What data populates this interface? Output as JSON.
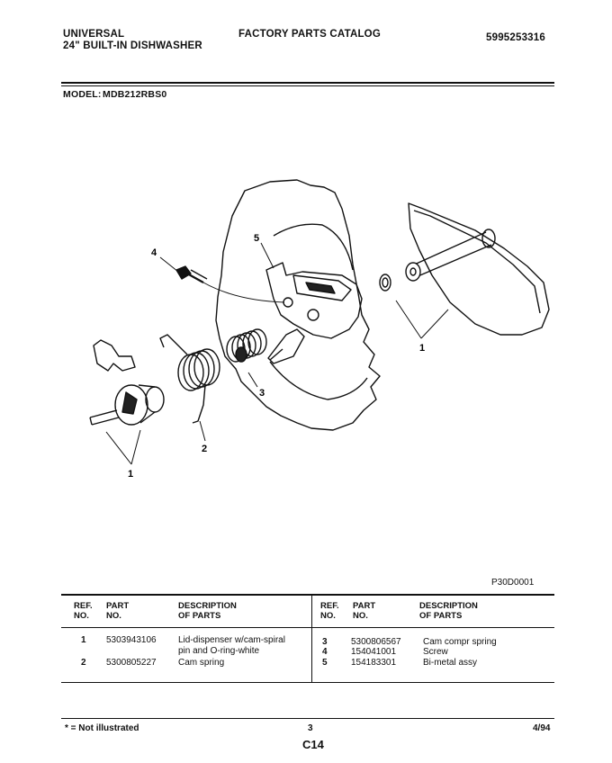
{
  "header": {
    "brand": "UNIVERSAL",
    "product": "24\" BUILT-IN DISHWASHER",
    "catalog_title": "FACTORY PARTS CATALOG",
    "doc_number": "5995253316",
    "model_label": "MODEL:",
    "model_value": "MDB212RBS0"
  },
  "diagram": {
    "callouts": [
      "1",
      "1",
      "2",
      "3",
      "4",
      "5"
    ],
    "figure_code": "P30D0001"
  },
  "parts_table": {
    "headers": {
      "ref_no_line1": "REF.",
      "ref_no_line2": "NO.",
      "part_no_line1": "PART",
      "part_no_line2": "NO.",
      "desc_line1": "DESCRIPTION",
      "desc_line2": "OF PARTS"
    },
    "left_rows": [
      {
        "ref": "1",
        "part": "5303943106",
        "desc1": "Lid-dispenser w/cam-spiral",
        "desc2": "pin and O-ring-white"
      },
      {
        "ref": "2",
        "part": "5300805227",
        "desc1": "Cam spring",
        "desc2": ""
      }
    ],
    "right_rows": [
      {
        "ref": "3",
        "part": "5300806567",
        "desc": "Cam compr spring"
      },
      {
        "ref": "4",
        "part": "154041001",
        "desc": "Screw"
      },
      {
        "ref": "5",
        "part": "154183301",
        "desc": "Bi-metal assy"
      }
    ]
  },
  "footer": {
    "note": "* = Not illustrated",
    "page": "3",
    "date": "4/94",
    "section": "C14"
  }
}
